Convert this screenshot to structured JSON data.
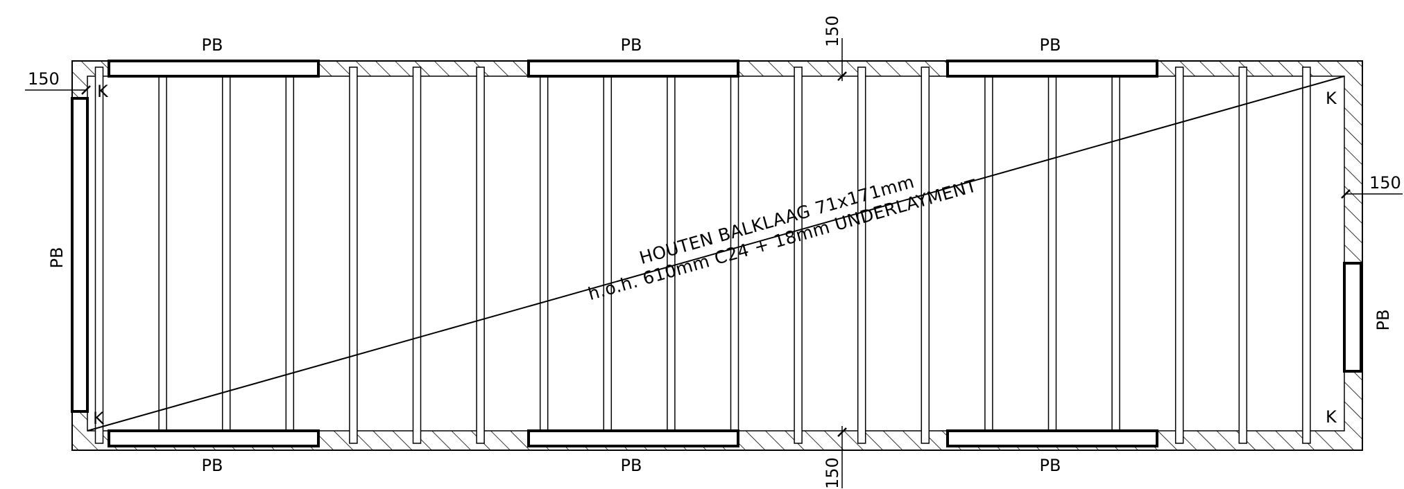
{
  "labels": {
    "pb": "PB",
    "corner": "K",
    "dim_150": "150"
  },
  "annotation": {
    "line1": "HOUTEN BALKLAAG 71x171mm",
    "line2": "h.o.h. 610mm C24 + 18mm UNDERLAYMENT"
  },
  "joist_count": 20
}
